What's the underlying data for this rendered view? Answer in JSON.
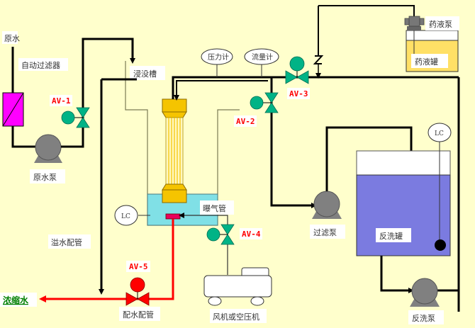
{
  "colors": {
    "background": "#ffffcc",
    "pipe": "#000000",
    "concentrate_pipe": "#ff0000",
    "valve": "#00b386",
    "valve_av5": "#ff0000",
    "pump": "#808080",
    "filter": "#ff00ff",
    "membrane": "#f5c400",
    "immersion_water": "#80e0e6",
    "backwash_water": "#7b7be0",
    "chemical_liquid": "#ffe066",
    "aeration": "#e8005c",
    "output_label": "#008000"
  },
  "labels": {
    "raw_water": "原水",
    "auto_filter": "自动过滤器",
    "raw_pump": "原水泵",
    "immersion_tank": "浸没槽",
    "pressure_gauge": "压力计",
    "flow_meter": "流量计",
    "aeration_tube": "曝气管",
    "overflow_pipe": "溢水配管",
    "drain_pipe": "配水配管",
    "concentrate": "浓缩水",
    "blower": "风机或空压机",
    "filter_pump": "过滤泵",
    "backwash_tank": "反洗罐",
    "backwash_pump": "反洗泵",
    "chem_pump": "药液泵",
    "chem_tank": "药液罐",
    "level_control_1": "LC",
    "level_control_2": "LC"
  },
  "valves": {
    "av1": "AV-1",
    "av2": "AV-2",
    "av3": "AV-3",
    "av4": "AV-4",
    "av5": "AV-5"
  }
}
